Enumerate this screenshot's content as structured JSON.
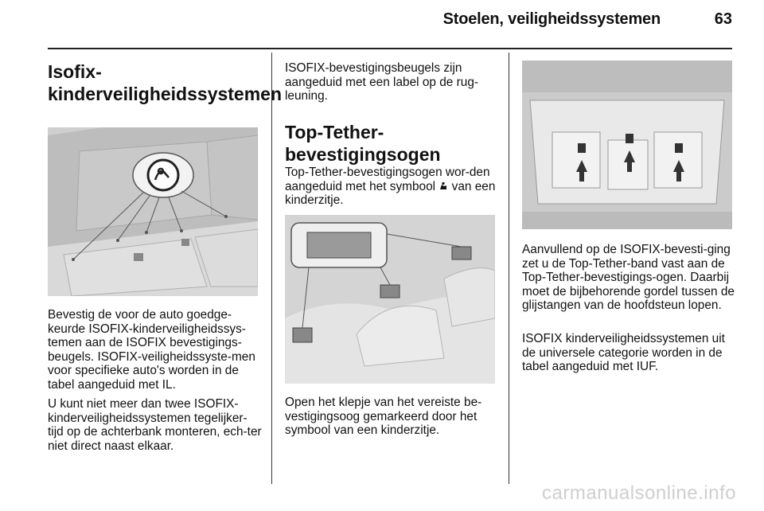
{
  "header": {
    "title": "Stoelen, veiligheidssystemen",
    "page_number": "63"
  },
  "col1": {
    "heading_line1": "Isofix-",
    "heading_line2": "kinderveiligheidssystemen",
    "p1": "Bevestig de voor de auto goedge-keurde ISOFIX-kinderveiligheidssys-temen aan de ISOFIX bevestigings-beugels. ISOFIX-veiligheidssyste-men voor specifieke auto's worden in de tabel aangeduid met IL.",
    "p2": "U kunt niet meer dan twee ISOFIX-kinderveiligheidssystemen tegelijker-tijd op de achterbank monteren, ech-ter niet direct naast elkaar."
  },
  "col2": {
    "intro": "ISOFIX-bevestigingsbeugels zijn aangeduid met een label op de rug-leuning.",
    "heading_line1": "Top-Tether-",
    "heading_line2": "bevestigingsogen",
    "p1": "Top-Tether-bevestigingsogen wor-den aangeduid met het symbool",
    "p1_tail": "van een kinderzitje.",
    "caption": "Open het klepje van het vereiste be-vestigingsoog gemarkeerd door het symbool van een kinderzitje."
  },
  "col3": {
    "p1": "Aanvullend op de ISOFIX-bevesti-ging zet u de Top-Tether-band vast aan de Top-Tether-bevestigings-ogen. Daarbij moet de bijbehorende gordel tussen de glijstangen van de hoofdsteun lopen.",
    "p2": "ISOFIX kinderveiligheidssystemen uit de universele categorie worden in de tabel aangeduid met IUF."
  },
  "watermark": "carmanualsonline.info",
  "icons": {
    "child_seat": "child-seat-icon"
  }
}
